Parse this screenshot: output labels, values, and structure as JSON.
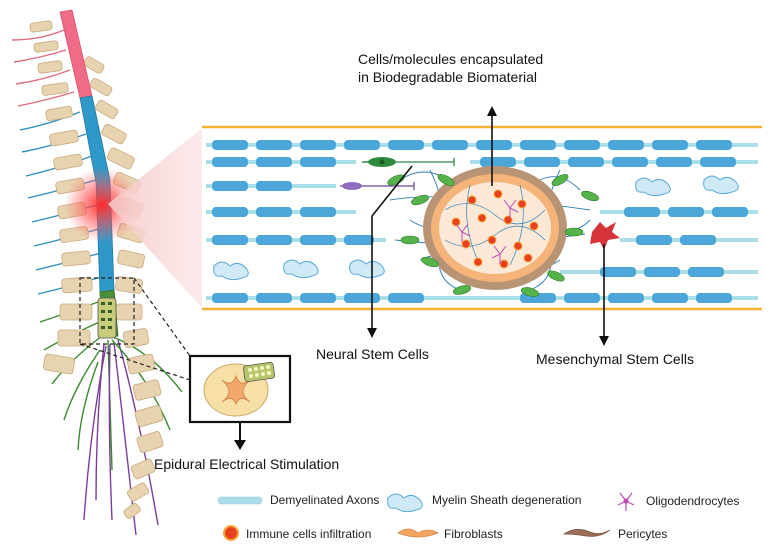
{
  "labels": {
    "biomaterial": [
      "Cells/molecules encapsulated",
      "in Biodegradable Biomaterial"
    ],
    "neural": "Neural Stem Cells",
    "mesenchymal": "Mesenchymal Stem Cells",
    "epidural": "Epidural Electrical Stimulation"
  },
  "legend": [
    {
      "icon": "demyelinated-axon-icon",
      "label": "Demyelinated Axons"
    },
    {
      "icon": "myelin-degeneration-icon",
      "label": "Myelin Sheath degeneration"
    },
    {
      "icon": "oligodendrocyte-icon",
      "label": "Oligodendrocytes"
    },
    {
      "icon": "immune-cell-icon",
      "label": "Immune cells infiltration"
    },
    {
      "icon": "fibroblast-icon",
      "label": "Fibroblasts"
    },
    {
      "icon": "pericyte-icon",
      "label": "Pericytes"
    }
  ],
  "colors": {
    "axon": "#a9dde8",
    "myelin": "#4aa7d8",
    "border": "#f2b233",
    "injury": "#ff2a2a",
    "immune": "#e8401f",
    "fibroblast": "#f4a661",
    "pericyte": "#9b6e58",
    "neural_cell": "#2e8b3d",
    "mesenchymal_cell": "#d6333a",
    "vertebra": "#e8d3b0"
  }
}
